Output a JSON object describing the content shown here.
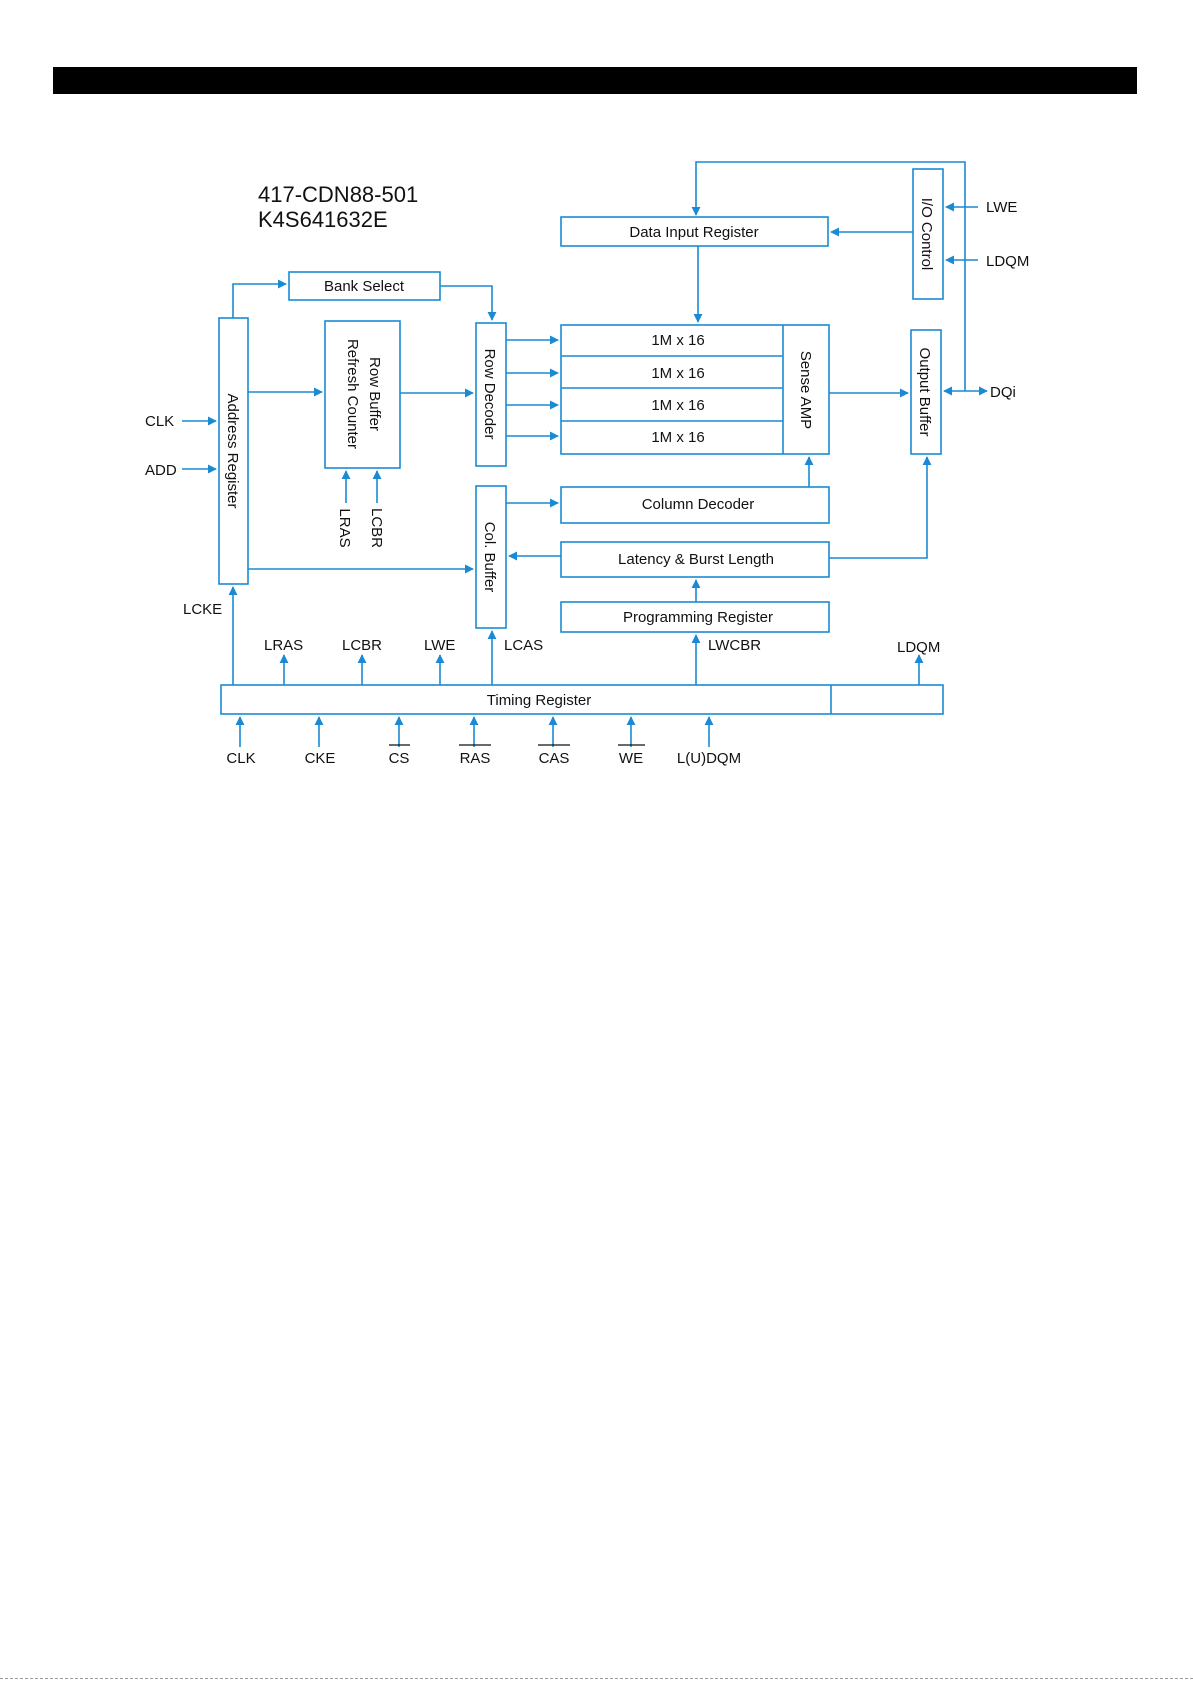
{
  "title": {
    "part_number": "417-CDN88-501",
    "chip": "K4S641632E"
  },
  "colors": {
    "wire": "#1a8ad4",
    "bar": "#000000"
  },
  "blocks": {
    "data_input_register": "Data Input Register",
    "io_control": "I/O Control",
    "bank_select": "Bank Select",
    "address_register": "Address Register",
    "row_buffer_line1": "Row Buffer",
    "row_buffer_line2": "Refresh Counter",
    "row_decoder": "Row Decoder",
    "memory_array": [
      "1M x 16",
      "1M x 16",
      "1M x 16",
      "1M x 16"
    ],
    "sense_amp": "Sense AMP",
    "output_buffer": "Output Buffer",
    "column_decoder": "Column Decoder",
    "col_buffer": "Col. Buffer",
    "latency_burst": "Latency & Burst Length",
    "programming_register": "Programming Register",
    "timing_register": "Timing Register"
  },
  "signals": {
    "lwe_io": "LWE",
    "ldqm_io": "LDQM",
    "dqi": "DQi",
    "clk_in": "CLK",
    "add_in": "ADD",
    "lras_rowbuf": "LRAS",
    "lcbr_rowbuf": "LCBR",
    "lcke": "LCKE",
    "lras": "LRAS",
    "lcbr": "LCBR",
    "lwe": "LWE",
    "lcas": "LCAS",
    "lwcbr": "LWCBR",
    "ldqm": "LDQM"
  },
  "inputs": [
    "CLK",
    "CKE",
    "CS",
    "RAS",
    "CAS",
    "WE",
    "L(U)DQM"
  ]
}
